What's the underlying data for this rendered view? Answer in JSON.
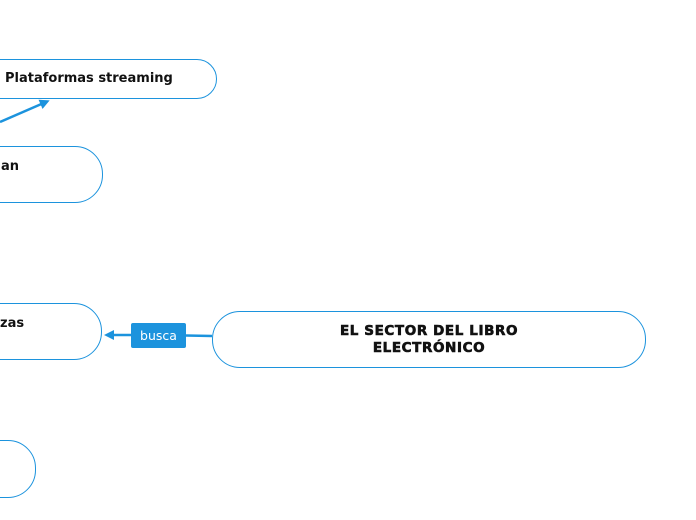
{
  "nodes": {
    "streaming": "Plataformas streaming",
    "an": "an",
    "zas": "zas",
    "main": "EL SECTOR DEL LIBRO ELECTRÓNICO"
  },
  "connector_label": "busca",
  "colors": {
    "accent": "#1c93dd",
    "node_border": "#1c93dd",
    "text": "#111111",
    "background": "#ffffff"
  }
}
